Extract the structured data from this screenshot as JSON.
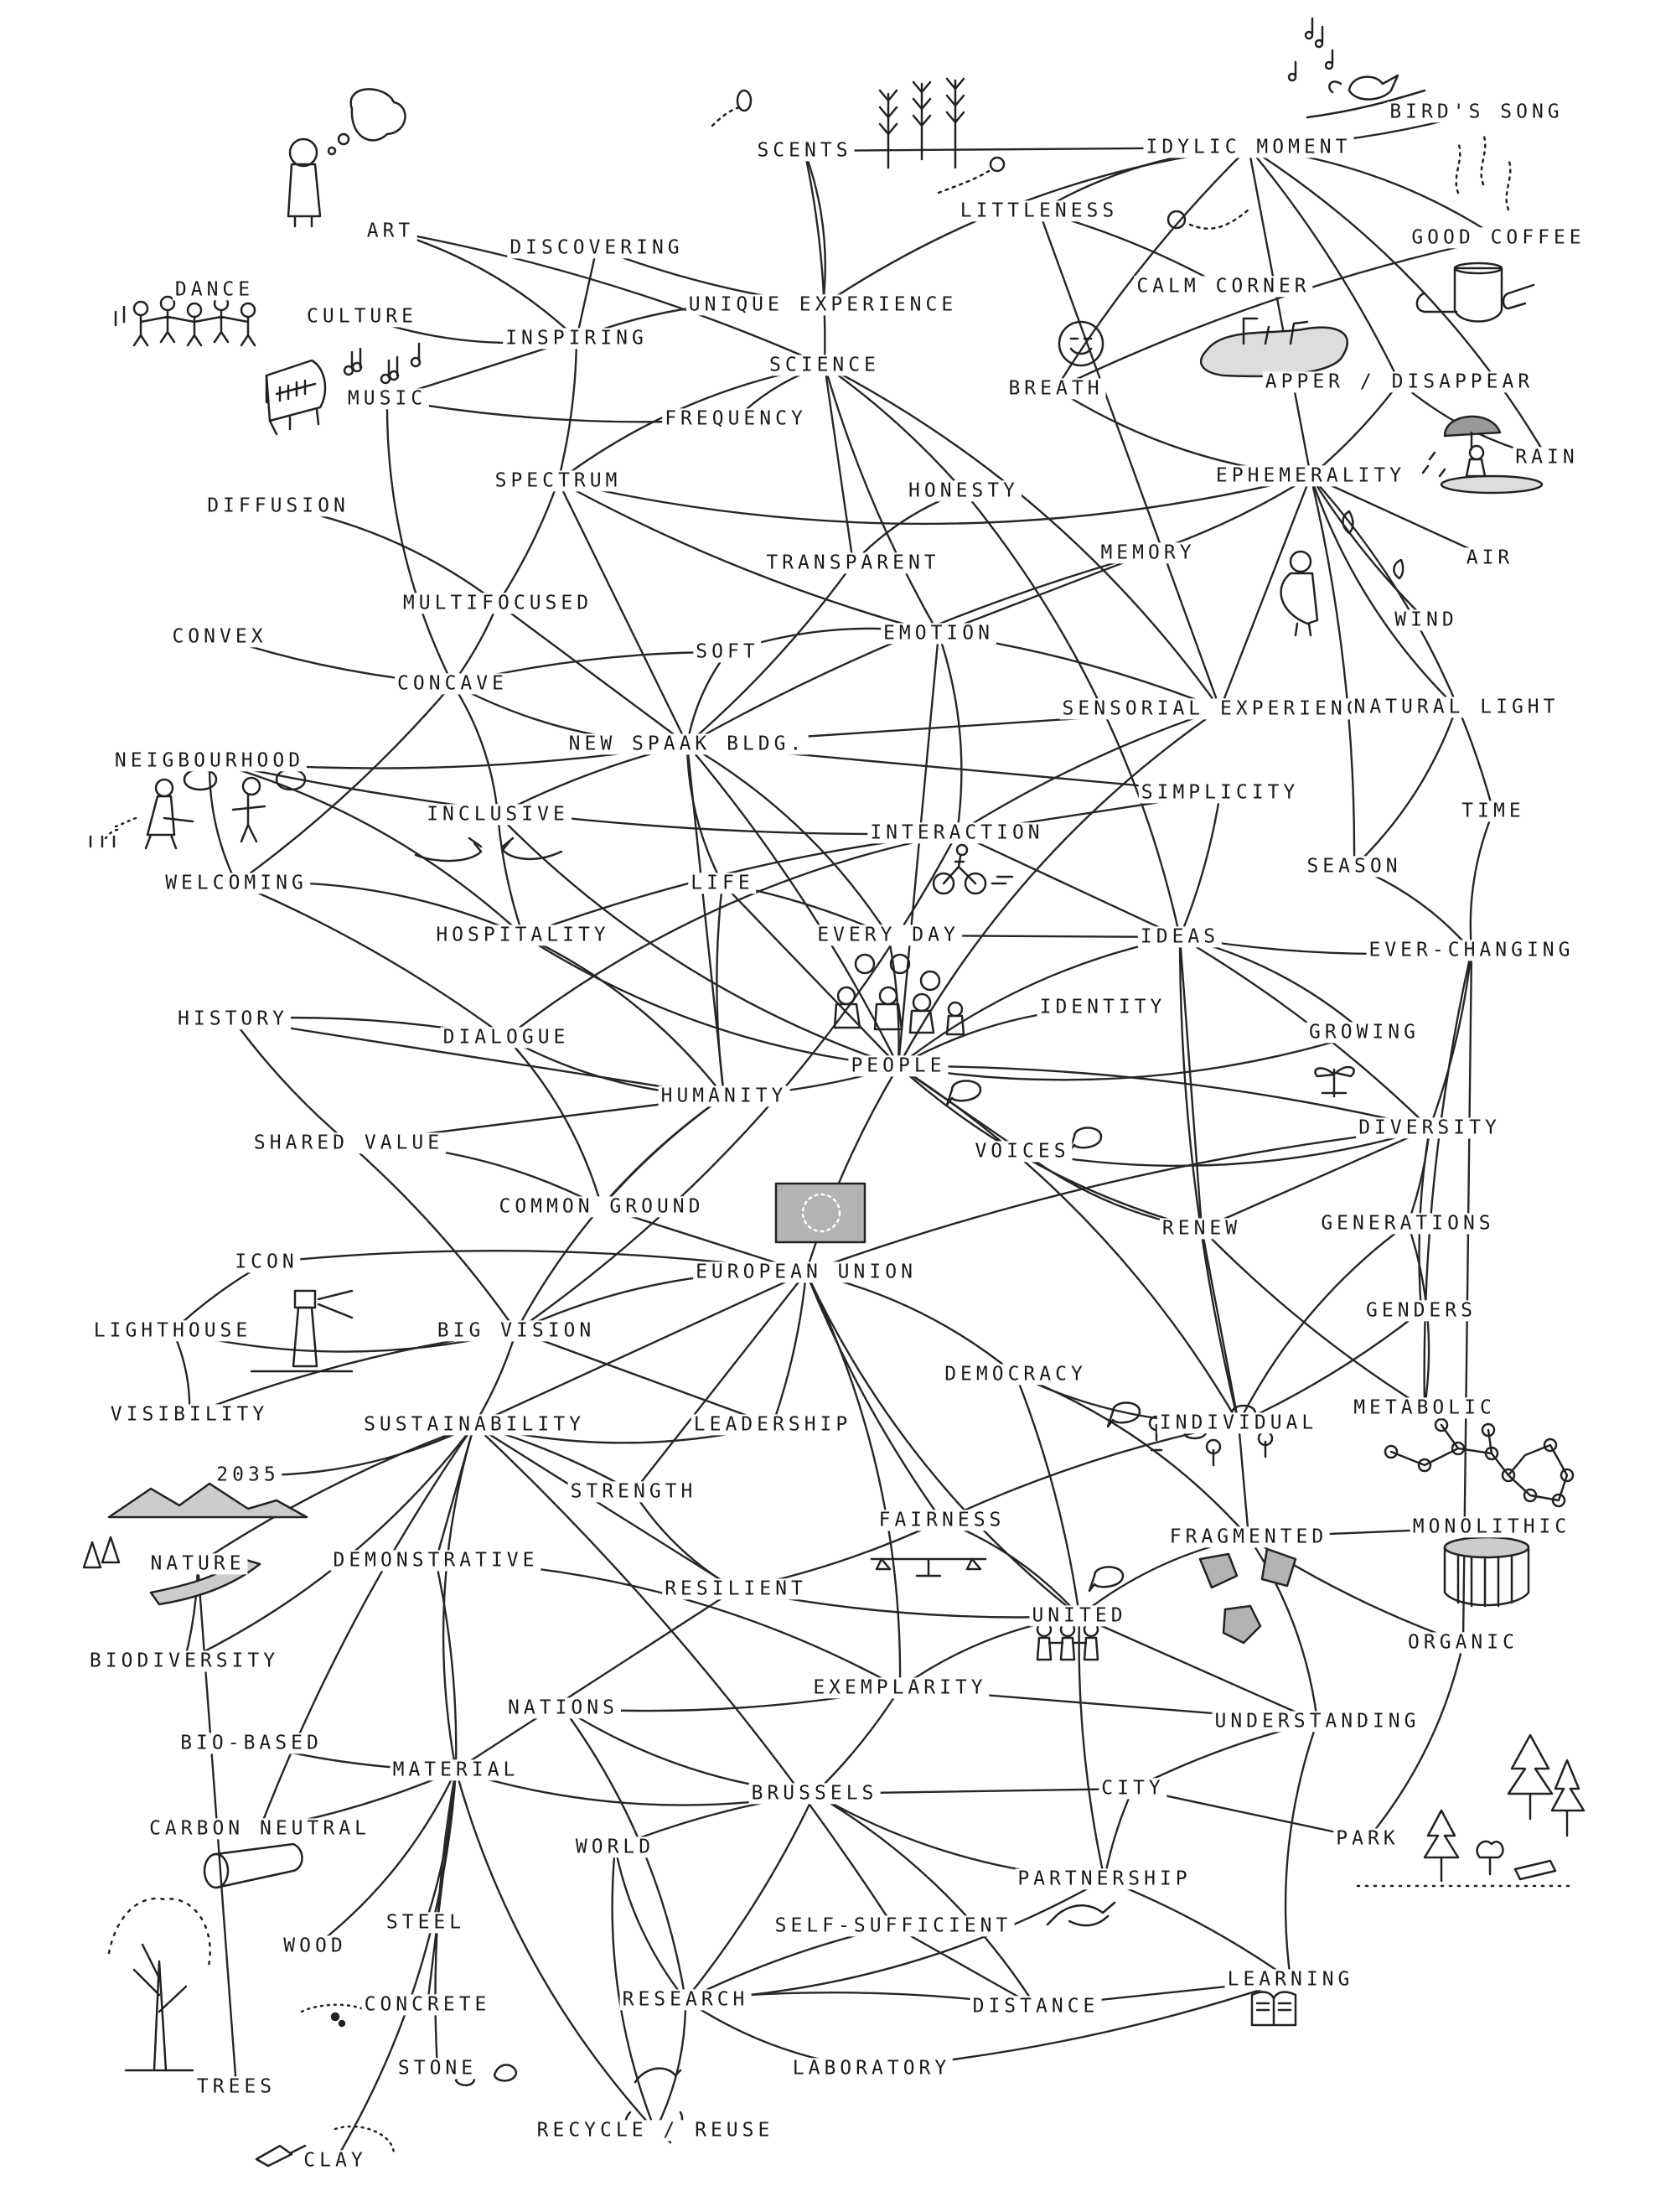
{
  "nodes": {
    "scents": "SCENTS",
    "idylic_moment": "IDYLIC MOMENT",
    "birds_song": "BIRD'S SONG",
    "art": "ART",
    "discovering": "DISCOVERING",
    "littleness": "LITTLENESS",
    "good_coffee": "GOOD COFFEE",
    "dance": "DANCE",
    "culture": "CULTURE",
    "inspiring": "INSPIRING",
    "unique_experience": "UNIQUE EXPERIENCE",
    "calm_corner": "CALM CORNER",
    "science": "SCIENCE",
    "music": "MUSIC",
    "breath": "BREATH",
    "appear_disappear": "APPER / DISAPPEAR",
    "frequency": "FREQUENCY",
    "spectrum": "SPECTRUM",
    "rain": "RAIN",
    "ephemerality": "EPHEMERALITY",
    "diffusion": "DIFFUSION",
    "honesty": "HONESTY",
    "memory": "MEMORY",
    "air": "AIR",
    "transparent": "TRANSPARENT",
    "multifocused": "MULTIFOCUSED",
    "wind": "WIND",
    "convex": "CONVEX",
    "emotion": "EMOTION",
    "soft": "SOFT",
    "concave": "CONCAVE",
    "sensorial_experience": "SENSORIAL EXPERIENCE",
    "natural_light": "NATURAL LIGHT",
    "neighbourhood": "NEIGBOURHOOD",
    "new_spaak": "NEW SPAAK BLDG.",
    "simplicity": "SIMPLICITY",
    "inclusive": "INCLUSIVE",
    "time": "TIME",
    "interaction": "INTERACTION",
    "welcoming": "WELCOMING",
    "season": "SEASON",
    "life": "LIFE",
    "hospitality": "HOSPITALITY",
    "every_day": "EVERY DAY",
    "ideas": "IDEAS",
    "ever_changing": "EVER-CHANGING",
    "identity": "IDENTITY",
    "history": "HISTORY",
    "growing": "GROWING",
    "dialogue": "DIALOGUE",
    "people": "PEOPLE",
    "humanity": "HUMANITY",
    "diversity": "DIVERSITY",
    "shared_value": "SHARED VALUE",
    "voices": "VOICES",
    "common_ground": "COMMON GROUND",
    "renew": "RENEW",
    "generations": "GENERATIONS",
    "icon": "ICON",
    "european_union": "EUROPEAN UNION",
    "lighthouse": "LIGHTHOUSE",
    "big_vision": "BIG VISION",
    "genders": "GENDERS",
    "democracy": "DEMOCRACY",
    "visibility": "VISIBILITY",
    "metabolic": "METABOLIC",
    "individual": "INDIVIDUAL",
    "sustainability": "SUSTAINABILITY",
    "leadership": "LEADERSHIP",
    "y2035": "2035",
    "strength": "STRENGTH",
    "fairness": "FAIRNESS",
    "monolithic": "MONOLITHIC",
    "fragmented": "FRAGMENTED",
    "nature": "NATURE",
    "demonstrative": "DEMONSTRATIVE",
    "resilient": "RESILIENT",
    "united": "UNITED",
    "organic": "ORGANIC",
    "biodiversity": "BIODIVERSITY",
    "exemplarity": "EXEMPLARITY",
    "nations": "NATIONS",
    "understanding": "UNDERSTANDING",
    "bio_based": "BIO-BASED",
    "material": "MATERIAL",
    "brussels": "BRUSSELS",
    "city": "CITY",
    "carbon_neutral": "CARBON NEUTRAL",
    "park": "PARK",
    "world": "WORLD",
    "partnership": "PARTNERSHIP",
    "wood": "WOOD",
    "steel": "STEEL",
    "self_sufficient": "SELF-SUFFICIENT",
    "learning": "LEARNING",
    "concrete": "CONCRETE",
    "research": "RESEARCH",
    "distance": "DISTANCE",
    "stone": "STONE",
    "trees": "TREES",
    "laboratory": "LABORATORY",
    "recycle_reuse": "RECYCLE / REUSE",
    "clay": "CLAY"
  },
  "colors": {
    "ink": "#1a1a1a",
    "fill_grey": "#b3b3b3"
  }
}
